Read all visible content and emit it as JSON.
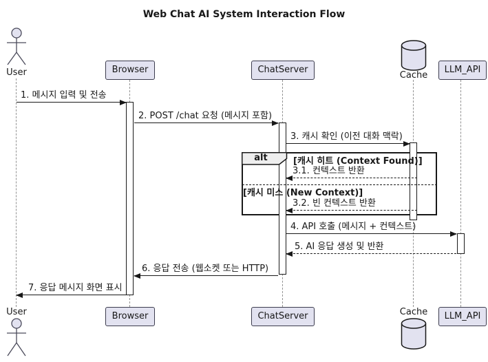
{
  "diagram": {
    "type": "sequence-diagram",
    "title": "Web Chat AI System Interaction Flow"
  },
  "participants": [
    {
      "id": "user",
      "label": "User",
      "kind": "actor"
    },
    {
      "id": "browser",
      "label": "Browser",
      "kind": "participant"
    },
    {
      "id": "chatserver",
      "label": "ChatServer",
      "kind": "participant"
    },
    {
      "id": "cache",
      "label": "Cache",
      "kind": "database"
    },
    {
      "id": "llm_api",
      "label": "LLM_API",
      "kind": "participant"
    }
  ],
  "messages": [
    {
      "seq": "1",
      "label": "1. 메시지 입력 및 전송",
      "from": "User",
      "to": "Browser",
      "line": "solid"
    },
    {
      "seq": "2",
      "label": "2. POST /chat 요청 (메시지 포함)",
      "from": "Browser",
      "to": "ChatServer",
      "line": "solid"
    },
    {
      "seq": "3",
      "label": "3. 캐시 확인 (이전 대화 맥락)",
      "from": "ChatServer",
      "to": "Cache",
      "line": "solid"
    },
    {
      "seq": "3.1",
      "label": "3.1. 컨텍스트 반환",
      "from": "Cache",
      "to": "ChatServer",
      "line": "dashed"
    },
    {
      "seq": "3.2",
      "label": "3.2. 빈 컨텍스트 반환",
      "from": "Cache",
      "to": "ChatServer",
      "line": "dashed"
    },
    {
      "seq": "4",
      "label": "4. API 호출 (메시지 + 컨텍스트)",
      "from": "ChatServer",
      "to": "LLM_API",
      "line": "solid"
    },
    {
      "seq": "5",
      "label": "5. AI 응답 생성 및 반환",
      "from": "LLM_API",
      "to": "ChatServer",
      "line": "dashed"
    },
    {
      "seq": "6",
      "label": "6. 응답 전송 (웹소켓 또는 HTTP)",
      "from": "ChatServer",
      "to": "Browser",
      "line": "solid"
    },
    {
      "seq": "7",
      "label": "7. 응답 메시지 화면 표시",
      "from": "Browser",
      "to": "User",
      "line": "solid"
    }
  ],
  "fragment": {
    "operator": "alt",
    "guard_hit": "[캐시 히트 (Context Found)]",
    "guard_miss": "[캐시 미스 (New Context)]"
  },
  "colors": {
    "background": "#FFFFFF",
    "participant_fill": "#E2E2F0",
    "participant_border": "#3B3B4D",
    "lifeline": "#919191",
    "arrow_and_text": "#181818",
    "fragment_header_fill": "#EEEEEE"
  }
}
